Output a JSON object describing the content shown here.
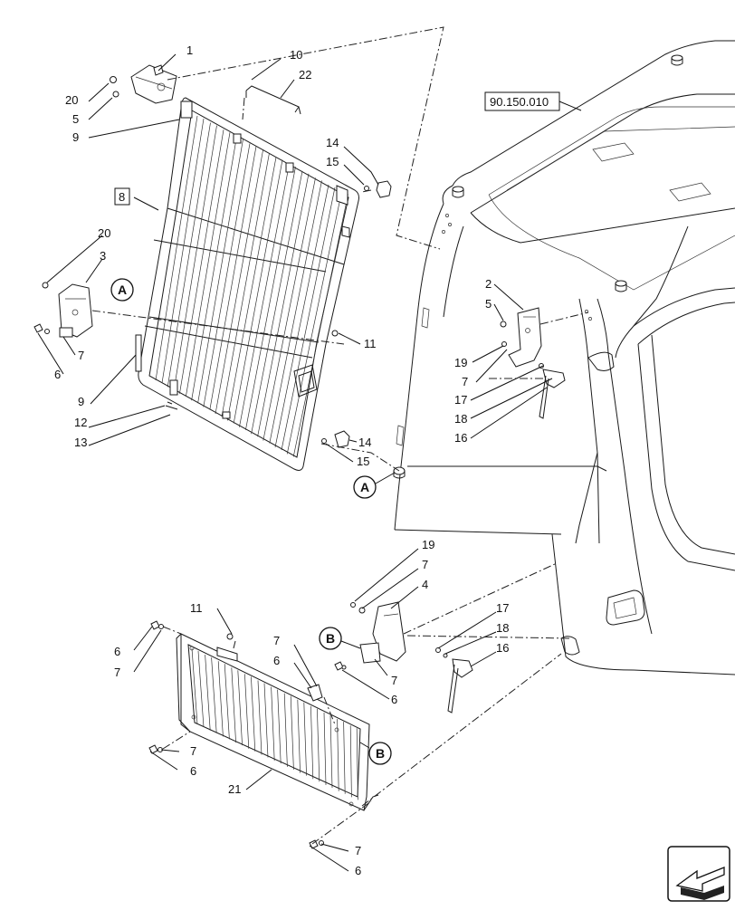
{
  "reference_box": "90.150.010",
  "boxed_part": "8",
  "labels": {
    "l1": "1",
    "l10": "10",
    "l22": "22",
    "l20a": "20",
    "l5a": "5",
    "l9a": "9",
    "l14a": "14",
    "l15a": "15",
    "l20b": "20",
    "l3": "3",
    "l7a": "7",
    "l6a": "6",
    "l9b": "9",
    "l11a": "11",
    "l12": "12",
    "l13": "13",
    "l14b": "14",
    "l15b": "15",
    "l2": "2",
    "l5b": "5",
    "l19a": "19",
    "l7b": "7",
    "l17a": "17",
    "l18a": "18",
    "l16a": "16",
    "l19b": "19",
    "l7c": "7",
    "l4": "4",
    "l7d": "7",
    "l6b": "6",
    "l17b": "17",
    "l18b": "18",
    "l16b": "16",
    "l11b": "11",
    "l6c": "6",
    "l7e": "7",
    "l7f": "7",
    "l6d": "6",
    "l7g": "7",
    "l6e": "6",
    "l21": "21",
    "l7h": "7",
    "l6f": "6"
  },
  "callouts": {
    "a1": "A",
    "a2": "A",
    "b1": "B",
    "b2": "B"
  },
  "icons": {
    "corner": "navigation-arrow-icon"
  }
}
